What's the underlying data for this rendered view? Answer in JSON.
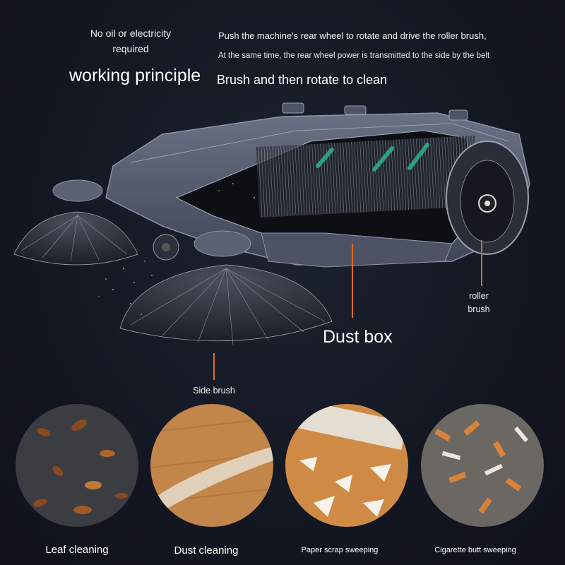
{
  "header": {
    "no_oil_line1": "No oil or electricity",
    "no_oil_line2": "required",
    "title": "working principle",
    "desc_line1": "Push the machine's rear wheel to rotate and drive the roller brush,",
    "desc_line2": "At the same time, the rear wheel power is transmitted to the side by the belt",
    "desc_line3": "Brush and then rotate to clean"
  },
  "labels": {
    "roller_line1": "roller",
    "roller_line2": "brush",
    "dust_box": "Dust box",
    "side_brush": "Side brush"
  },
  "colors": {
    "accent": "#e46b1e",
    "background": "#131722",
    "machine_body": "#5b6274"
  },
  "scenes": [
    {
      "caption": "Leaf cleaning",
      "icon": "leaf-scene"
    },
    {
      "caption": "Dust cleaning",
      "icon": "dust-floor-scene"
    },
    {
      "caption": "Paper scrap sweeping",
      "icon": "paper-scrap-scene"
    },
    {
      "caption": "Cigarette butt sweeping",
      "icon": "cigarette-butt-scene"
    }
  ]
}
